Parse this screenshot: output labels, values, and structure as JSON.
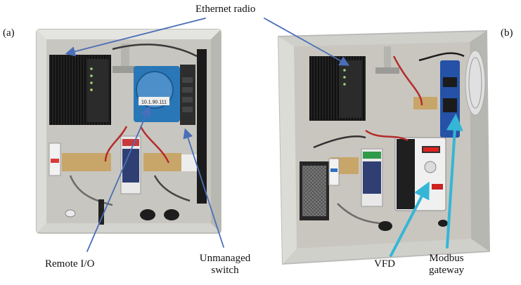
{
  "panel_a": {
    "tag": "(a)",
    "device_labels": {
      "ip_address": "10.1.90.111"
    }
  },
  "panel_b": {
    "tag": "(b)"
  },
  "callouts": {
    "ethernet_radio": "Ethernet radio",
    "remote_io": "Remote I/O",
    "unmanaged_switch_line1": "Unmanaged",
    "unmanaged_switch_line2": "switch",
    "vfd": "VFD",
    "modbus_gateway_line1": "Modbus",
    "modbus_gateway_line2": "gateway"
  },
  "colors": {
    "arrow_dark_blue": "#4a6fb8",
    "arrow_cyan": "#35b6d6",
    "enclosure": "#d3d3cf",
    "backplate": "#c9c7c1",
    "radio": "#1c1c1c",
    "remote_io_blue": "#2a77b8",
    "gateway_blue": "#2552a6"
  }
}
